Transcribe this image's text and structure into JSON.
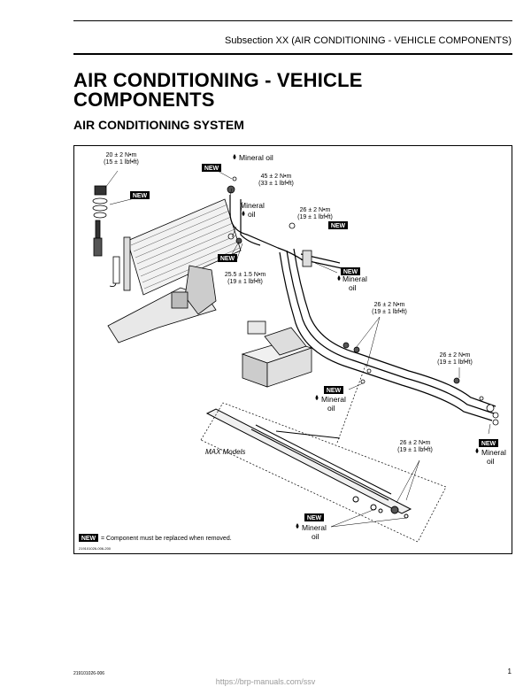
{
  "header": {
    "subsection": "Subsection XX (AIR CONDITIONING - VEHICLE COMPONENTS)"
  },
  "page": {
    "title_line1": "AIR CONDITIONING - VEHICLE",
    "title_line2": "COMPONENTS",
    "section_title": "AIR CONDITIONING SYSTEM"
  },
  "figure": {
    "torque_20_line1": "20 ± 2 N•m",
    "torque_20_line2": "(15 ± 1 lbf•ft)",
    "torque_45_line1": "45 ± 2 N•m",
    "torque_45_line2": "(33 ± 1 lbf•ft)",
    "torque_26a_line1": "26 ± 2 N•m",
    "torque_26a_line2": "(19 ± 1 lbf•ft)",
    "torque_255_line1": "25.5 ± 1.5 N•m",
    "torque_255_line2": "(19 ± 1 lbf•ft)",
    "torque_26b_line1": "26 ± 2 N•m",
    "torque_26b_line2": "(19 ± 1 lbf•ft)",
    "torque_26c_line1": "26 ± 2 N•m",
    "torque_26c_line2": "(19 ± 1 lbf•ft)",
    "torque_26d_line1": "26 ± 2 N•m",
    "torque_26d_line2": "(19 ± 1 lbf•ft)",
    "new_badge": "NEW",
    "mineral_oil_inline": "Mineral oil",
    "mineral": "Mineral",
    "oil": "oil",
    "max_models": "MAX Models",
    "legend_text": "= Component must be replaced when removed.",
    "figure_code": "219101026-006-200"
  },
  "footer": {
    "doc_code": "219101026-006",
    "page_number": "1",
    "watermark": "https://brp-manuals.com/ssv"
  }
}
